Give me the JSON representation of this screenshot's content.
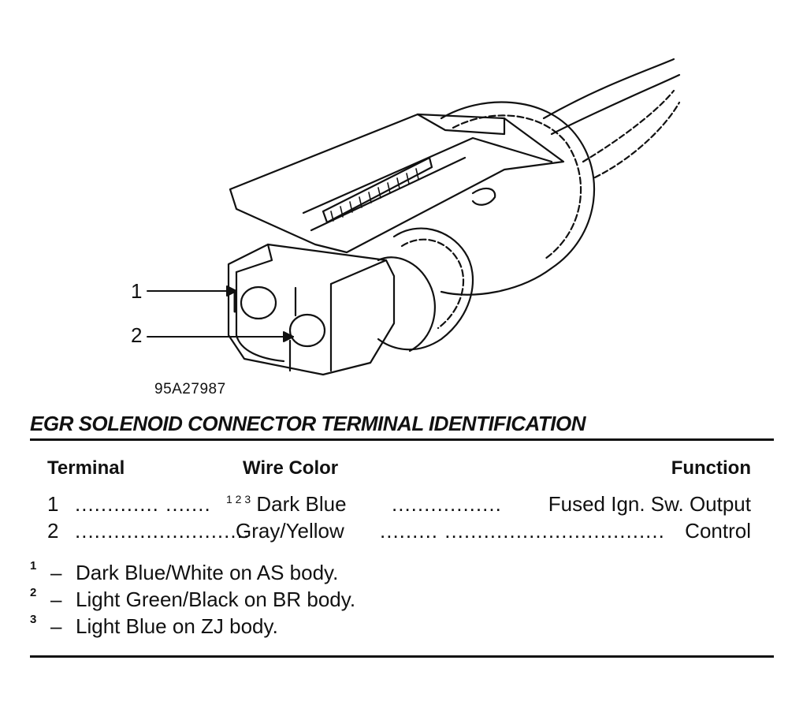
{
  "figure": {
    "id": "95A27987",
    "callouts": [
      "1",
      "2"
    ]
  },
  "title": "EGR SOLENOID CONNECTOR TERMINAL IDENTIFICATION",
  "table": {
    "headers": {
      "terminal": "Terminal",
      "wire_color": "Wire Color",
      "function": "Function"
    },
    "rows": [
      {
        "terminal": "1",
        "dots_a": "............. .......",
        "superscripts": "1 2 3",
        "wire_color": "Dark Blue",
        "dots_b": ".................",
        "function": "Fused Ign. Sw. Output"
      },
      {
        "terminal": "2",
        "dots_a": "...........................",
        "superscripts": "",
        "wire_color": "Gray/Yellow",
        "dots_b": "......... ..................................",
        "function": "Control"
      }
    ]
  },
  "notes": [
    {
      "marker": "1",
      "dash": "–",
      "text": "Dark Blue/White on AS body."
    },
    {
      "marker": "2",
      "dash": "–",
      "text": "Light Green/Black on BR body."
    },
    {
      "marker": "3",
      "dash": "–",
      "text": "Light Blue on ZJ body."
    }
  ]
}
